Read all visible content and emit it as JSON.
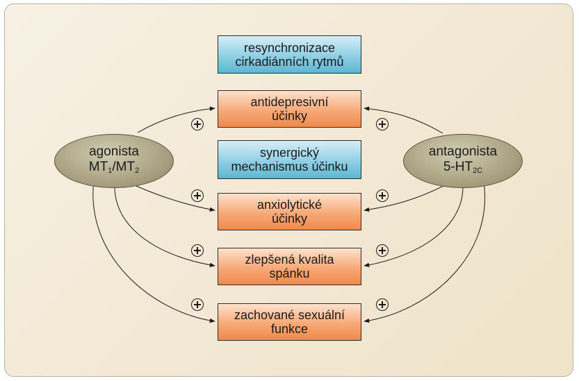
{
  "boxes": {
    "resync": {
      "line1": "resynchronizace",
      "line2": "cirkadiánních rytmů"
    },
    "antidepressant": {
      "line1": "antidepresivní",
      "line2": "účinky"
    },
    "synergy": {
      "line1": "synergický",
      "line2": "mechanismus účinku"
    },
    "anxiolytic": {
      "line1": "anxiolytické",
      "line2": "účinky"
    },
    "sleep": {
      "line1": "zlepšená kvalita",
      "line2": "spánku"
    },
    "sexual": {
      "line1": "zachované sexuální",
      "line2": "funkce"
    }
  },
  "agonist": {
    "line1": "agonista",
    "mt": "MT",
    "sub1": "1",
    "slash": "/MT",
    "sub2": "2"
  },
  "antagonist": {
    "line1": "antagonista",
    "ht": "5-HT",
    "sub": "2C"
  },
  "colors": {
    "blue": "#8fcfe4",
    "orange": "#f7a978",
    "ellipse": "#ada585",
    "background": "#f3e9d6"
  },
  "icons": {
    "effect_marker": "plus-circle-icon"
  }
}
